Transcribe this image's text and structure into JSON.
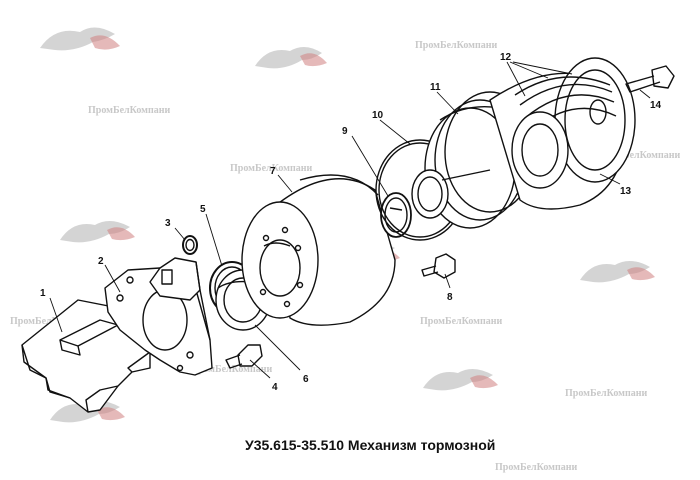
{
  "title": "У35.615-35.510  Механизм  тормозной",
  "watermark_text": "ПромБелКомпани",
  "colors": {
    "line": "#111111",
    "watermark": "#c8c8c8",
    "logo_red": "#d08080",
    "logo_gray": "#b0b0b0"
  },
  "parts": [
    {
      "id": "1",
      "label": "1",
      "name": "base-plate"
    },
    {
      "id": "2",
      "label": "2",
      "name": "bracket"
    },
    {
      "id": "3",
      "label": "3",
      "name": "small-washer"
    },
    {
      "id": "4",
      "label": "4",
      "name": "bolt"
    },
    {
      "id": "5",
      "label": "5",
      "name": "ring"
    },
    {
      "id": "6",
      "label": "6",
      "name": "bushing"
    },
    {
      "id": "7",
      "label": "7",
      "name": "drum"
    },
    {
      "id": "8",
      "label": "8",
      "name": "bolt"
    },
    {
      "id": "9",
      "label": "9",
      "name": "split-ring"
    },
    {
      "id": "10",
      "label": "10",
      "name": "large-ring"
    },
    {
      "id": "11",
      "label": "11",
      "name": "brake-disc"
    },
    {
      "id": "12",
      "label": "12",
      "name": "pulley-grooves"
    },
    {
      "id": "13",
      "label": "13",
      "name": "pulley"
    },
    {
      "id": "14",
      "label": "14",
      "name": "bolt"
    }
  ]
}
